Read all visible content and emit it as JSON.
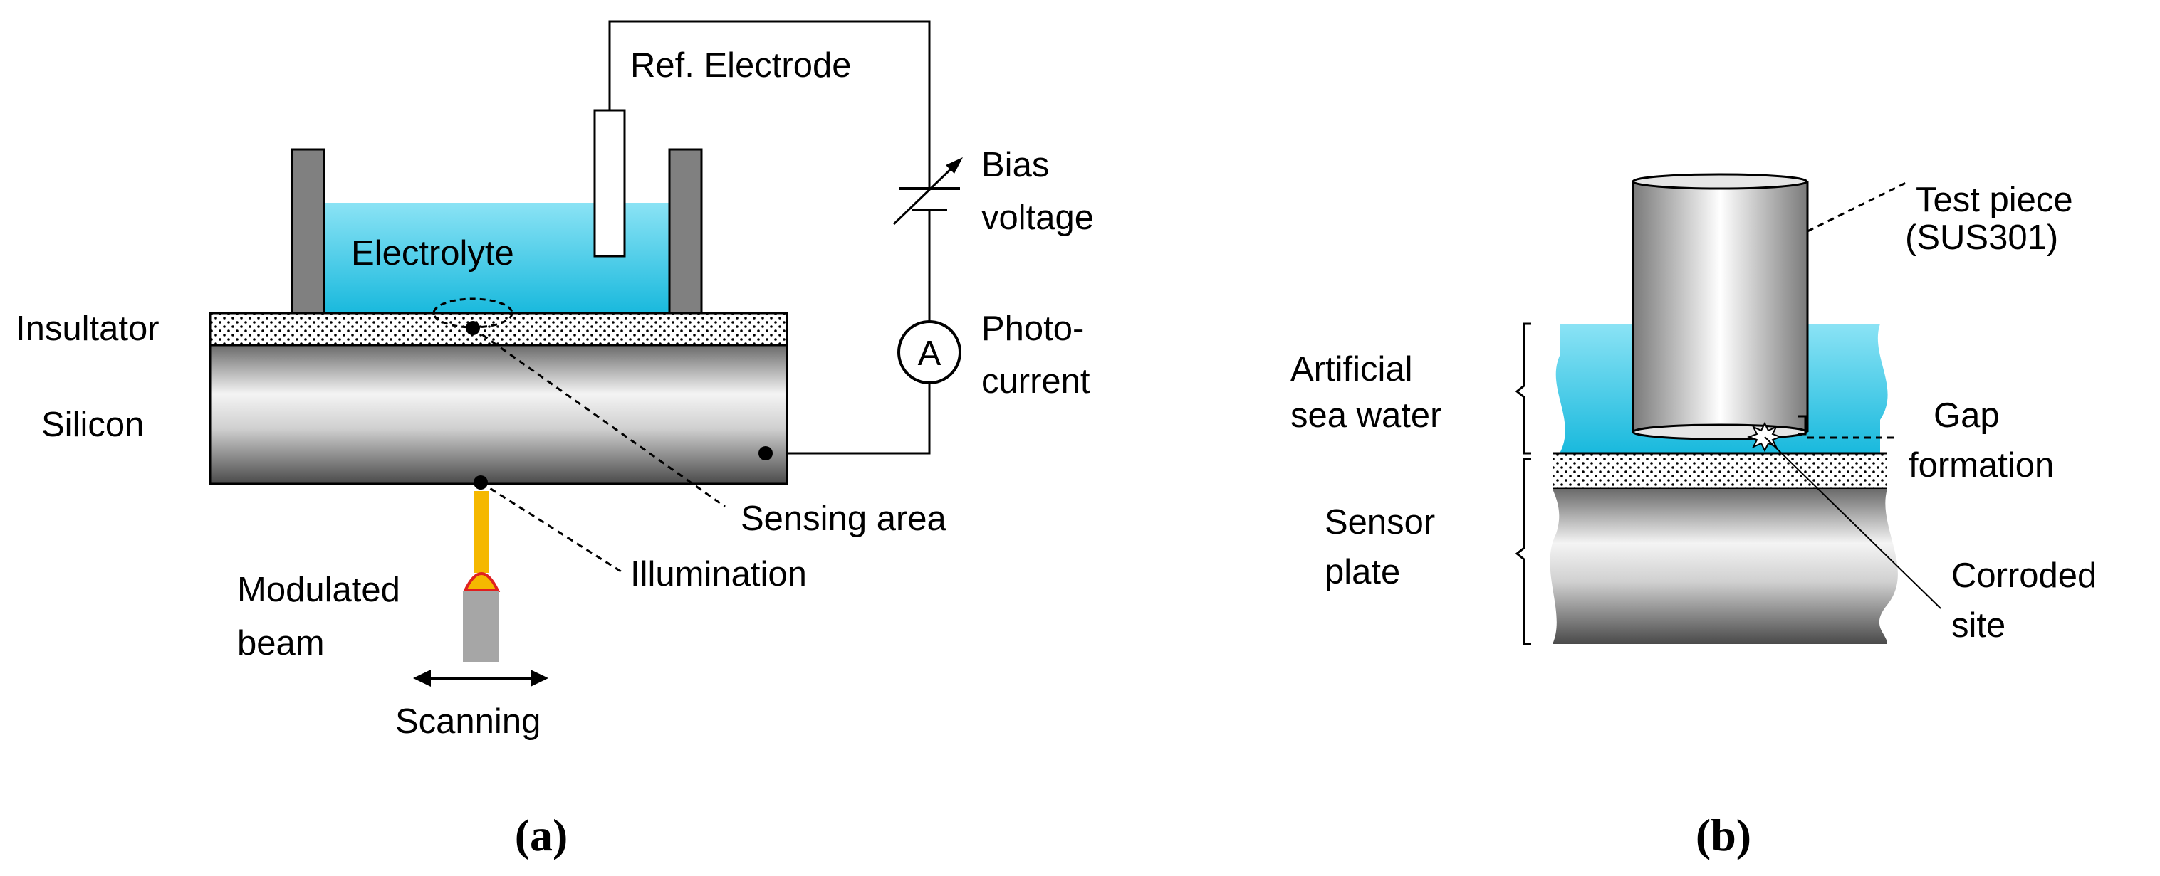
{
  "panel_a": {
    "caption": "(a)",
    "labels": {
      "ref_electrode": "Ref. Electrode",
      "bias_1": "Bias",
      "bias_2": "voltage",
      "electrolyte": "Electrolyte",
      "insultator": "Insultator",
      "silicon": "Silicon",
      "ammeter_symbol": "A",
      "photo_1": "Photo-",
      "photo_2": "current",
      "sensing_area": "Sensing area",
      "illumination": "Illumination",
      "modulated_1": "Modulated",
      "modulated_2": "beam",
      "scanning": "Scanning"
    }
  },
  "panel_b": {
    "caption": "(b)",
    "labels": {
      "test_piece_1": "Test piece",
      "test_piece_2": "(SUS301)",
      "artificial_1": "Artificial",
      "artificial_2": "sea water",
      "gap_1": "Gap",
      "gap_2": "formation",
      "sensor_1": "Sensor",
      "sensor_2": "plate",
      "corroded_1": "Corroded",
      "corroded_2": "site"
    }
  },
  "colors": {
    "electrolyte": "#7fdcf0",
    "metal_dark": "#5a5a5a",
    "metal_light": "#ffffff",
    "wall_gray": "#808080",
    "beam_orange": "#f5b800",
    "lamp_gray": "#a6a6a6"
  }
}
